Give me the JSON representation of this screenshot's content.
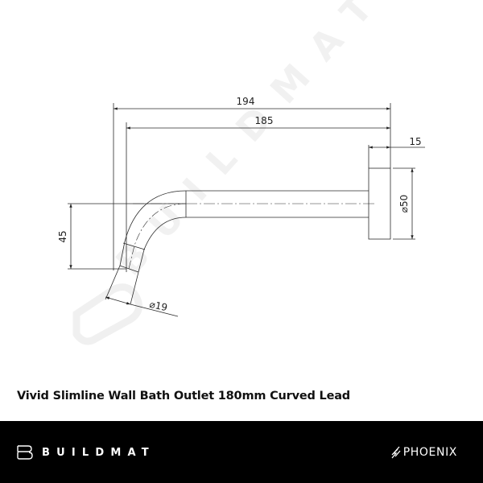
{
  "product": {
    "title": "Vivid Slimline Wall Bath Outlet 180mm Curved Lead"
  },
  "drawing": {
    "dimensions": {
      "overall_length": "194",
      "spout_length": "185",
      "backplate_depth": "15",
      "backplate_diameter": "⌀50",
      "drop_height": "45",
      "outlet_diameter": "⌀19"
    },
    "watermark": "BUILDMAT",
    "line_color": "#2a2a2a"
  },
  "footer": {
    "background": "#000000",
    "left_brand": "BUILDMAT",
    "right_brand": "PHOENIX"
  }
}
